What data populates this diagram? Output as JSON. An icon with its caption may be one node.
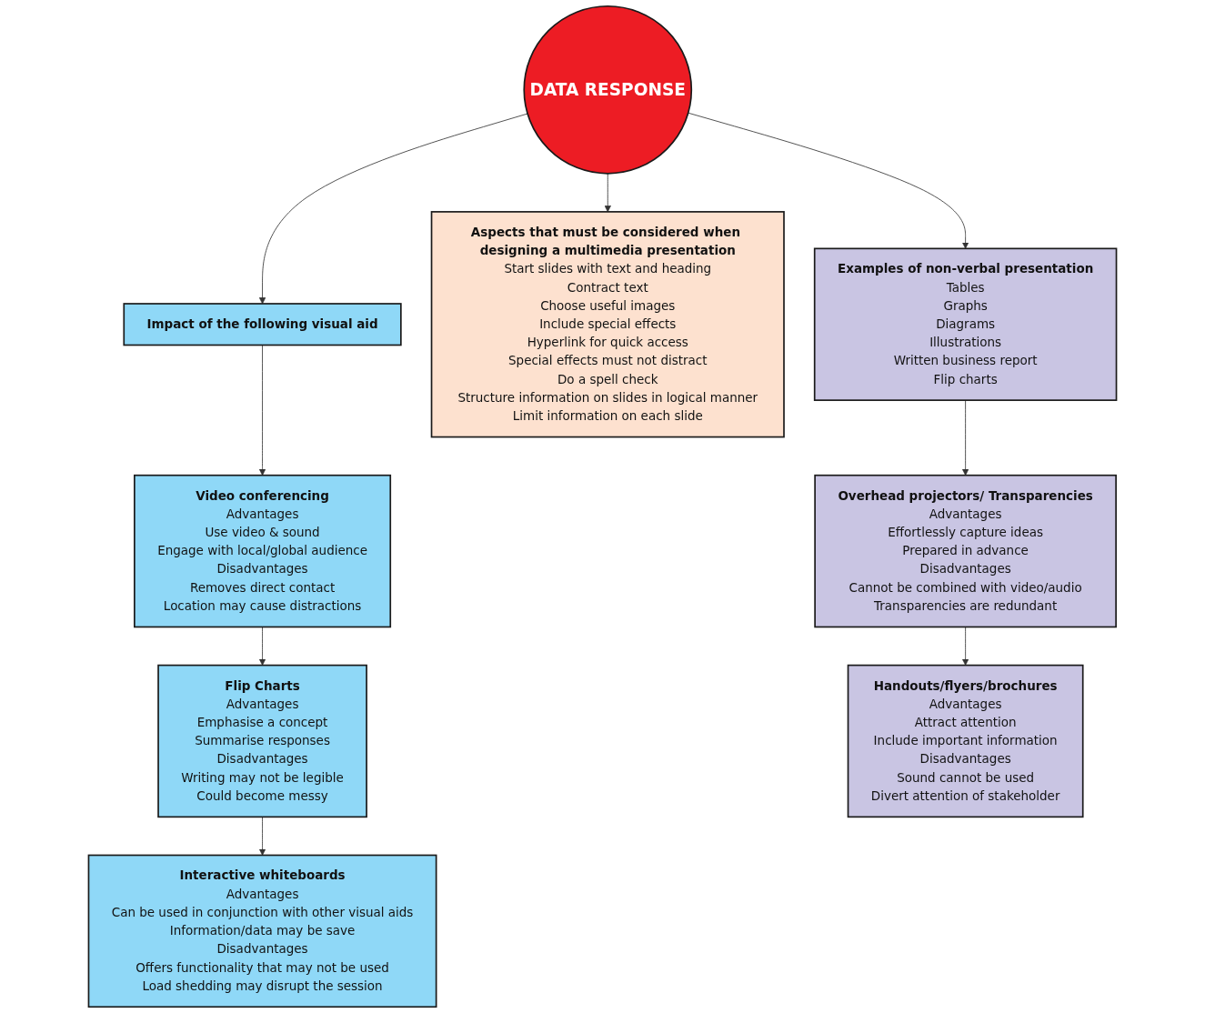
{
  "diagram": {
    "nodes": [
      {
        "text": [
          "Impact of the following visual aid"
        ]
      },
      {
        "text": [
          "Video conferencing",
          "Advantages",
          "Use video & sound",
          "Engage with local/global audience",
          "Disadvantages",
          "Removes direct contact",
          "Location may cause distractions"
        ]
      },
      {
        "text": [
          "Flip Charts",
          "Advantages",
          "Emphasise a concept",
          "Summarise responses",
          "Disadvantages",
          "Writing may not be legible",
          "Could become messy"
        ]
      },
      {
        "text": [
          "Interactive whiteboards",
          "Advantages",
          "Can be used in conjunction with other visual aids",
          "Information/data may be save",
          "Disadvantages",
          "Offers functionality that may not be used",
          "Load shedding may disrupt the session"
        ]
      },
      {
        "text": [
          "Aspects that must be considered when designing a multimedia presentation",
          "Start slides with text and heading",
          "Contract text",
          "Choose useful images",
          "Include special effects",
          "Hyperlink for quick access",
          "Special effects must not distract",
          "Do a spell check",
          "Structure information on slides in logical manner",
          "Limit information on each slide"
        ]
      },
      {
        "text": [
          "Examples of non-verbal presentation",
          "Tables",
          "Graphs",
          "Diagrams",
          "Illustrations",
          "Written business report",
          "Flip charts"
        ]
      },
      {
        "text": [
          "Overhead projectors/ Transparencies",
          "Advantages",
          "Effortlessly capture ideas",
          "Prepared in advance",
          "Disadvantages",
          "Cannot be combined with video/audio",
          "Transparencies are redundant"
        ]
      },
      {
        "text": [
          "Handouts/flyers/brochures",
          "Advantages",
          "Attract attention",
          "Include important information",
          "Disadvantages",
          "Sound cannot be used",
          "Divert attention of stakeholder"
        ]
      },
      {
        "text": [
          "DATA RESPONSE"
        ]
      }
    ],
    "edges": [
      {
        "from": 0,
        "to": 1,
        "arrow": "to"
      },
      {
        "from": 1,
        "to": 2,
        "arrow": "to"
      },
      {
        "from": 2,
        "to": 3,
        "arrow": "to"
      },
      {
        "from": 8,
        "to": 0,
        "arrow": "to"
      },
      {
        "from": 8,
        "to": 4,
        "arrow": "to"
      },
      {
        "from": 8,
        "to": 5,
        "arrow": "to"
      },
      {
        "from": 5,
        "to": 6,
        "arrow": "to"
      },
      {
        "from": 6,
        "to": 7,
        "arrow": "to"
      }
    ]
  }
}
